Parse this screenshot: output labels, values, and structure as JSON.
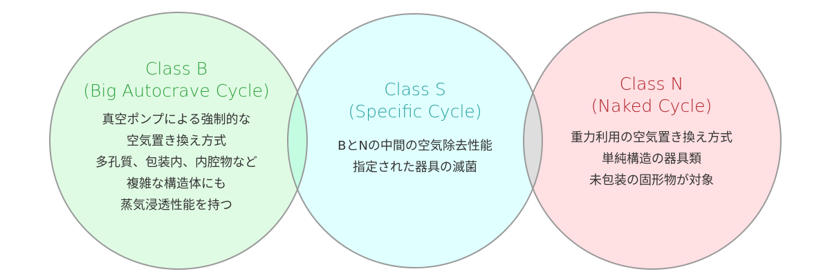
{
  "colors": {
    "class_b_fill": "#e0fbe4",
    "class_s_fill": "#e0ffff",
    "class_n_fill": "#ffe0e3",
    "overlap_bs": "#c4fce2",
    "overlap_sn": "#dedede",
    "class_b_text": "#2ca03c",
    "class_s_text": "#26a0a0",
    "class_n_text": "#b02228",
    "outline": "#999999"
  },
  "class_b": {
    "title": "Class B",
    "subtitle": "(Big Autocrave Cycle)",
    "lines": [
      "真空ポンプによる強制的な",
      "空気置き換え方式",
      "多孔質、包装内、内腔物など",
      "複雑な構造体にも",
      "蒸気浸透性能を持つ"
    ]
  },
  "class_s": {
    "title": "Class S",
    "subtitle": "(Specific Cycle)",
    "lines": [
      "BとNの中間の空気除去性能",
      "指定された器具の滅菌"
    ]
  },
  "class_n": {
    "title": "Class N",
    "subtitle": "(Naked Cycle)",
    "lines": [
      "重力利用の空気置き換え方式",
      "単純構造の器具類",
      "未包装の固形物が対象"
    ]
  }
}
